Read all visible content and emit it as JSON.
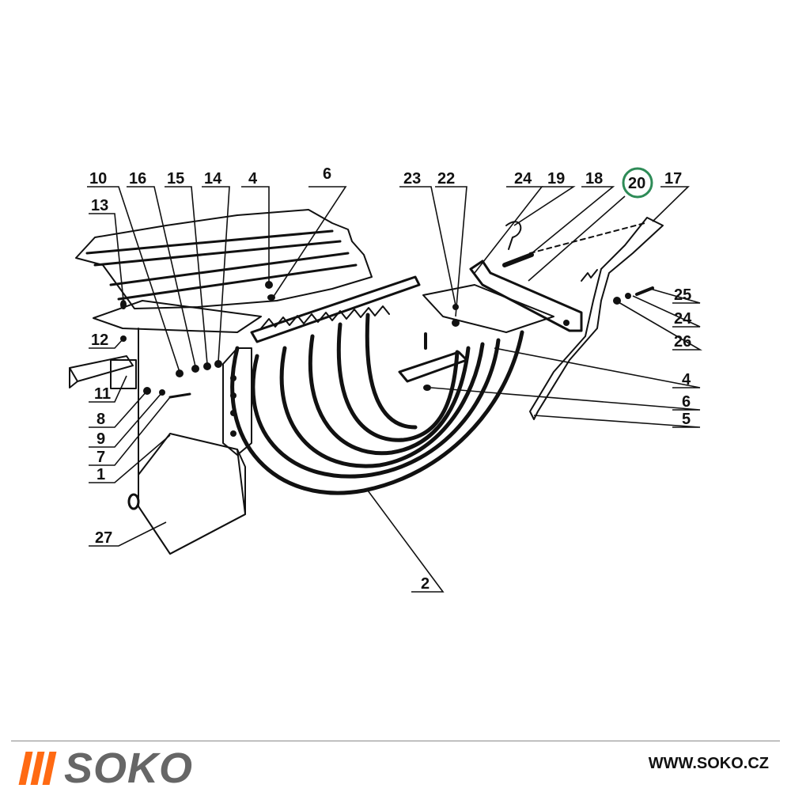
{
  "diagram": {
    "callouts": [
      {
        "id": "c10",
        "text": "10"
      },
      {
        "id": "c16",
        "text": "16"
      },
      {
        "id": "c15",
        "text": "15"
      },
      {
        "id": "c14",
        "text": "14"
      },
      {
        "id": "c4top",
        "text": "4"
      },
      {
        "id": "c6top",
        "text": "6"
      },
      {
        "id": "c13",
        "text": "13"
      },
      {
        "id": "c12",
        "text": "12"
      },
      {
        "id": "c11",
        "text": "11"
      },
      {
        "id": "c8",
        "text": "8"
      },
      {
        "id": "c9",
        "text": "9"
      },
      {
        "id": "c7",
        "text": "7"
      },
      {
        "id": "c1",
        "text": "1"
      },
      {
        "id": "c27",
        "text": "27"
      },
      {
        "id": "c2",
        "text": "2"
      },
      {
        "id": "c23",
        "text": "23"
      },
      {
        "id": "c22",
        "text": "22"
      },
      {
        "id": "c24top",
        "text": "24"
      },
      {
        "id": "c19",
        "text": "19"
      },
      {
        "id": "c18",
        "text": "18"
      },
      {
        "id": "c20",
        "text": "20",
        "highlighted": true
      },
      {
        "id": "c17",
        "text": "17"
      },
      {
        "id": "c25",
        "text": "25"
      },
      {
        "id": "c24right",
        "text": "24"
      },
      {
        "id": "c26",
        "text": "26"
      },
      {
        "id": "c4right",
        "text": "4"
      },
      {
        "id": "c6right",
        "text": "6"
      },
      {
        "id": "c5",
        "text": "5"
      }
    ],
    "highlight_color": "#2e8b57",
    "line_color": "#111111"
  },
  "footer": {
    "logo_text": "SOKO",
    "logo_bar_color": "#ff6a13",
    "logo_text_color": "#666666",
    "website": "WWW.SOKO.CZ"
  }
}
